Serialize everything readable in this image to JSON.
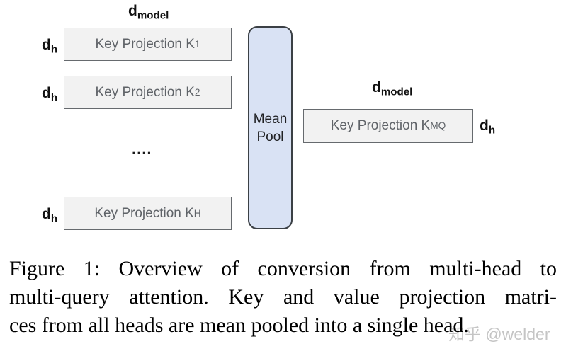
{
  "figure": {
    "dim_model": {
      "base": "d",
      "sub": "model"
    },
    "dim_head": {
      "base": "d",
      "sub": "h"
    },
    "dots": "....",
    "mean_pool": {
      "line1": "Mean",
      "line2": "Pool"
    },
    "head_boxes": [
      {
        "text": "Key Projection K",
        "sub": "1"
      },
      {
        "text": "Key Projection K",
        "sub": "2"
      },
      {
        "text": "Key Projection K",
        "sub": "H"
      }
    ],
    "mq_box": {
      "text": "Key Projection K",
      "sub": "MQ"
    },
    "colors": {
      "box_fill": "#f2f2f2",
      "box_border": "#666a6e",
      "box_text": "#5f6368",
      "pool_fill": "#d9e2f4",
      "pool_border": "#3b4045",
      "label_text": "#111111",
      "watermark": "#c5c5c5"
    }
  },
  "caption": {
    "lines": [
      "Figure 1: Overview of conversion from multi-head to",
      "multi-query attention. Key and value projection matri-",
      "ces from all heads are mean pooled into a single head."
    ]
  },
  "watermark": {
    "text": "知乎 @welder"
  }
}
